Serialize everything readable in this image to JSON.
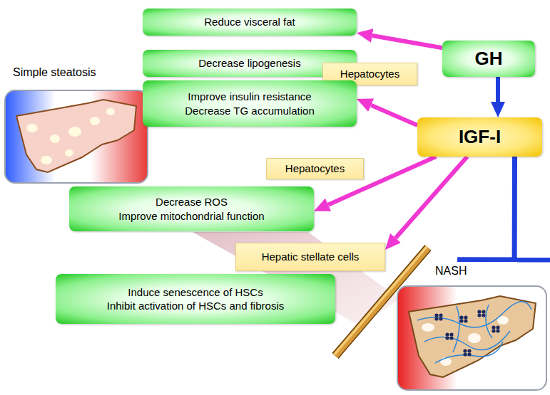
{
  "diagram": {
    "nodes": [
      {
        "text": [
          "Reduce visceral fat"
        ]
      },
      {
        "text": [
          "GH"
        ]
      },
      {
        "text": [
          "Decrease lipogenesis"
        ]
      },
      {
        "text": [
          "Hepatocytes"
        ]
      },
      {
        "text": [
          "Simple steatosis"
        ]
      },
      {
        "text": [
          "Improve insulin resistance",
          "Decrease TG accumulation"
        ]
      },
      {
        "text": [
          "IGF-I"
        ]
      },
      {
        "text": [
          "Hepatocytes"
        ]
      },
      {
        "text": [
          "Decrease ROS",
          "Improve mitochondrial function"
        ]
      },
      {
        "text": [
          "Hepatic stellate cells"
        ]
      },
      {
        "text": [
          "Induce senescence of HSCs",
          "Inhibit activation of HSCs and fibrosis"
        ]
      },
      {
        "text": [
          "NASH"
        ]
      }
    ],
    "edges": [
      {
        "from": 1,
        "to": 0,
        "arrow": "to"
      },
      {
        "from": 1,
        "to": 6,
        "arrow": "to"
      },
      {
        "from": 6,
        "to": 5,
        "arrow": "to"
      },
      {
        "from": 6,
        "to": 8,
        "arrow": "to"
      },
      {
        "from": 6,
        "to": 9,
        "arrow": "to"
      },
      {
        "from": 6,
        "to": 11,
        "arrow": "to"
      }
    ]
  }
}
